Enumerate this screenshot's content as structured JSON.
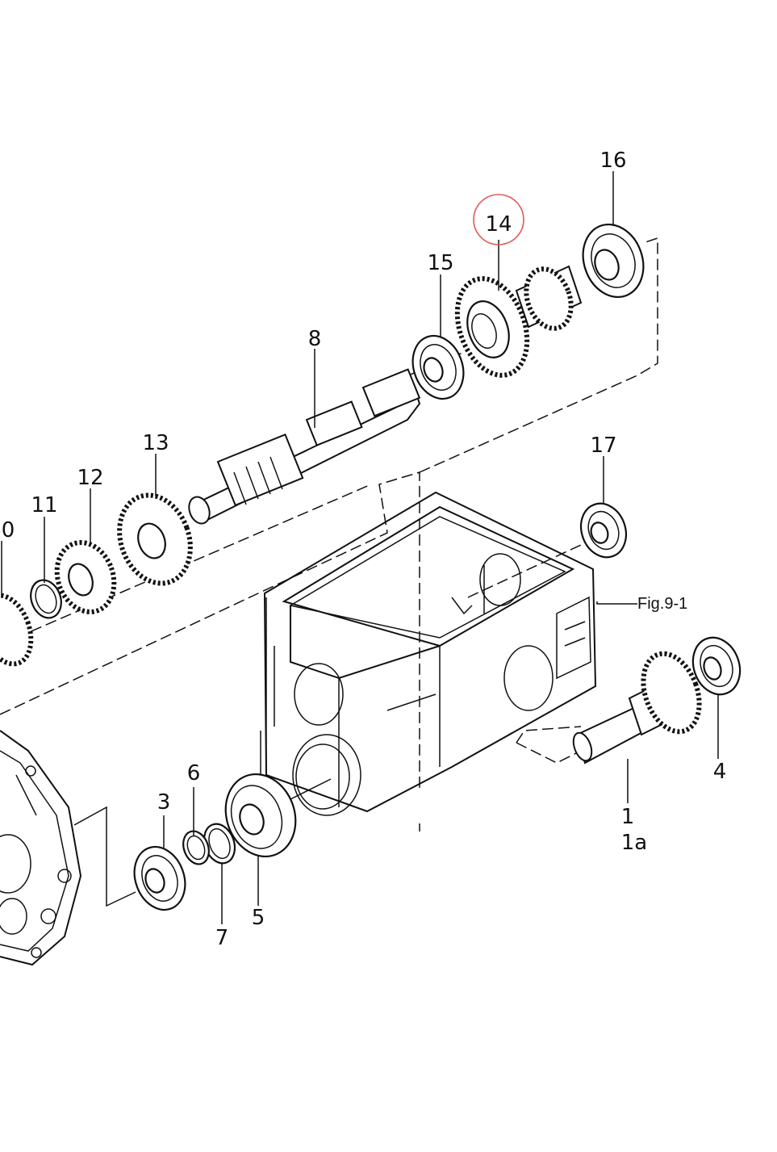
{
  "figure_reference": "Fig.9-1",
  "highlight_color": "#e05a5a",
  "highlighted_part": "14",
  "callouts": {
    "p1": "1",
    "p1a": "1a",
    "p3": "3",
    "p4": "4",
    "p5": "5",
    "p6": "6",
    "p7": "7",
    "p8": "8",
    "p10": "0",
    "p11": "11",
    "p12": "12",
    "p13": "13",
    "p14": "14",
    "p15": "15",
    "p16": "16",
    "p17": "17"
  }
}
